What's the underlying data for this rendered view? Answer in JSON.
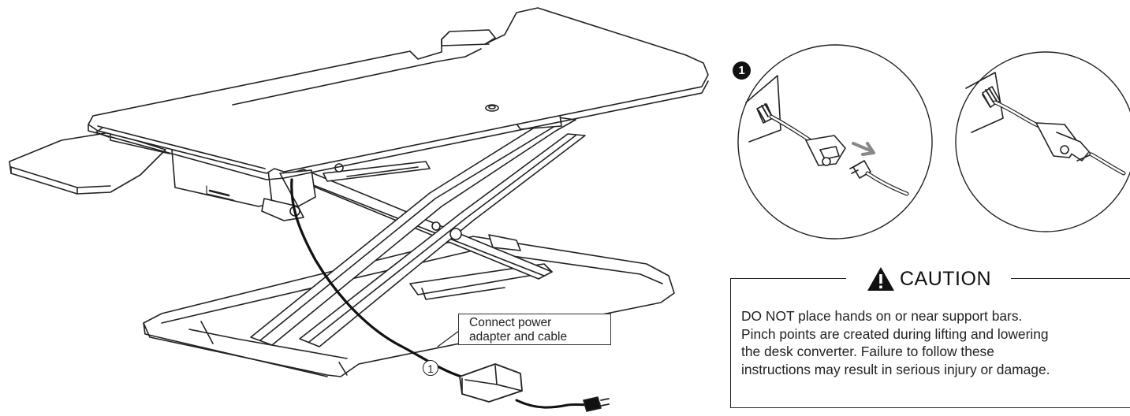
{
  "callout": {
    "line1": "Connect power",
    "line2": "adapter and cable"
  },
  "step_markers": {
    "left": "1",
    "right": "1"
  },
  "caution": {
    "title": "CAUTION",
    "icon": "warning-triangle-icon",
    "lines": [
      "DO NOT place hands on or near support bars.",
      "Pinch points are created during lifting and lowering",
      "the desk converter. Failure to follow these",
      "instructions may result in serious injury or damage."
    ]
  },
  "colors": {
    "line": "#222222",
    "background": "#ffffff"
  }
}
